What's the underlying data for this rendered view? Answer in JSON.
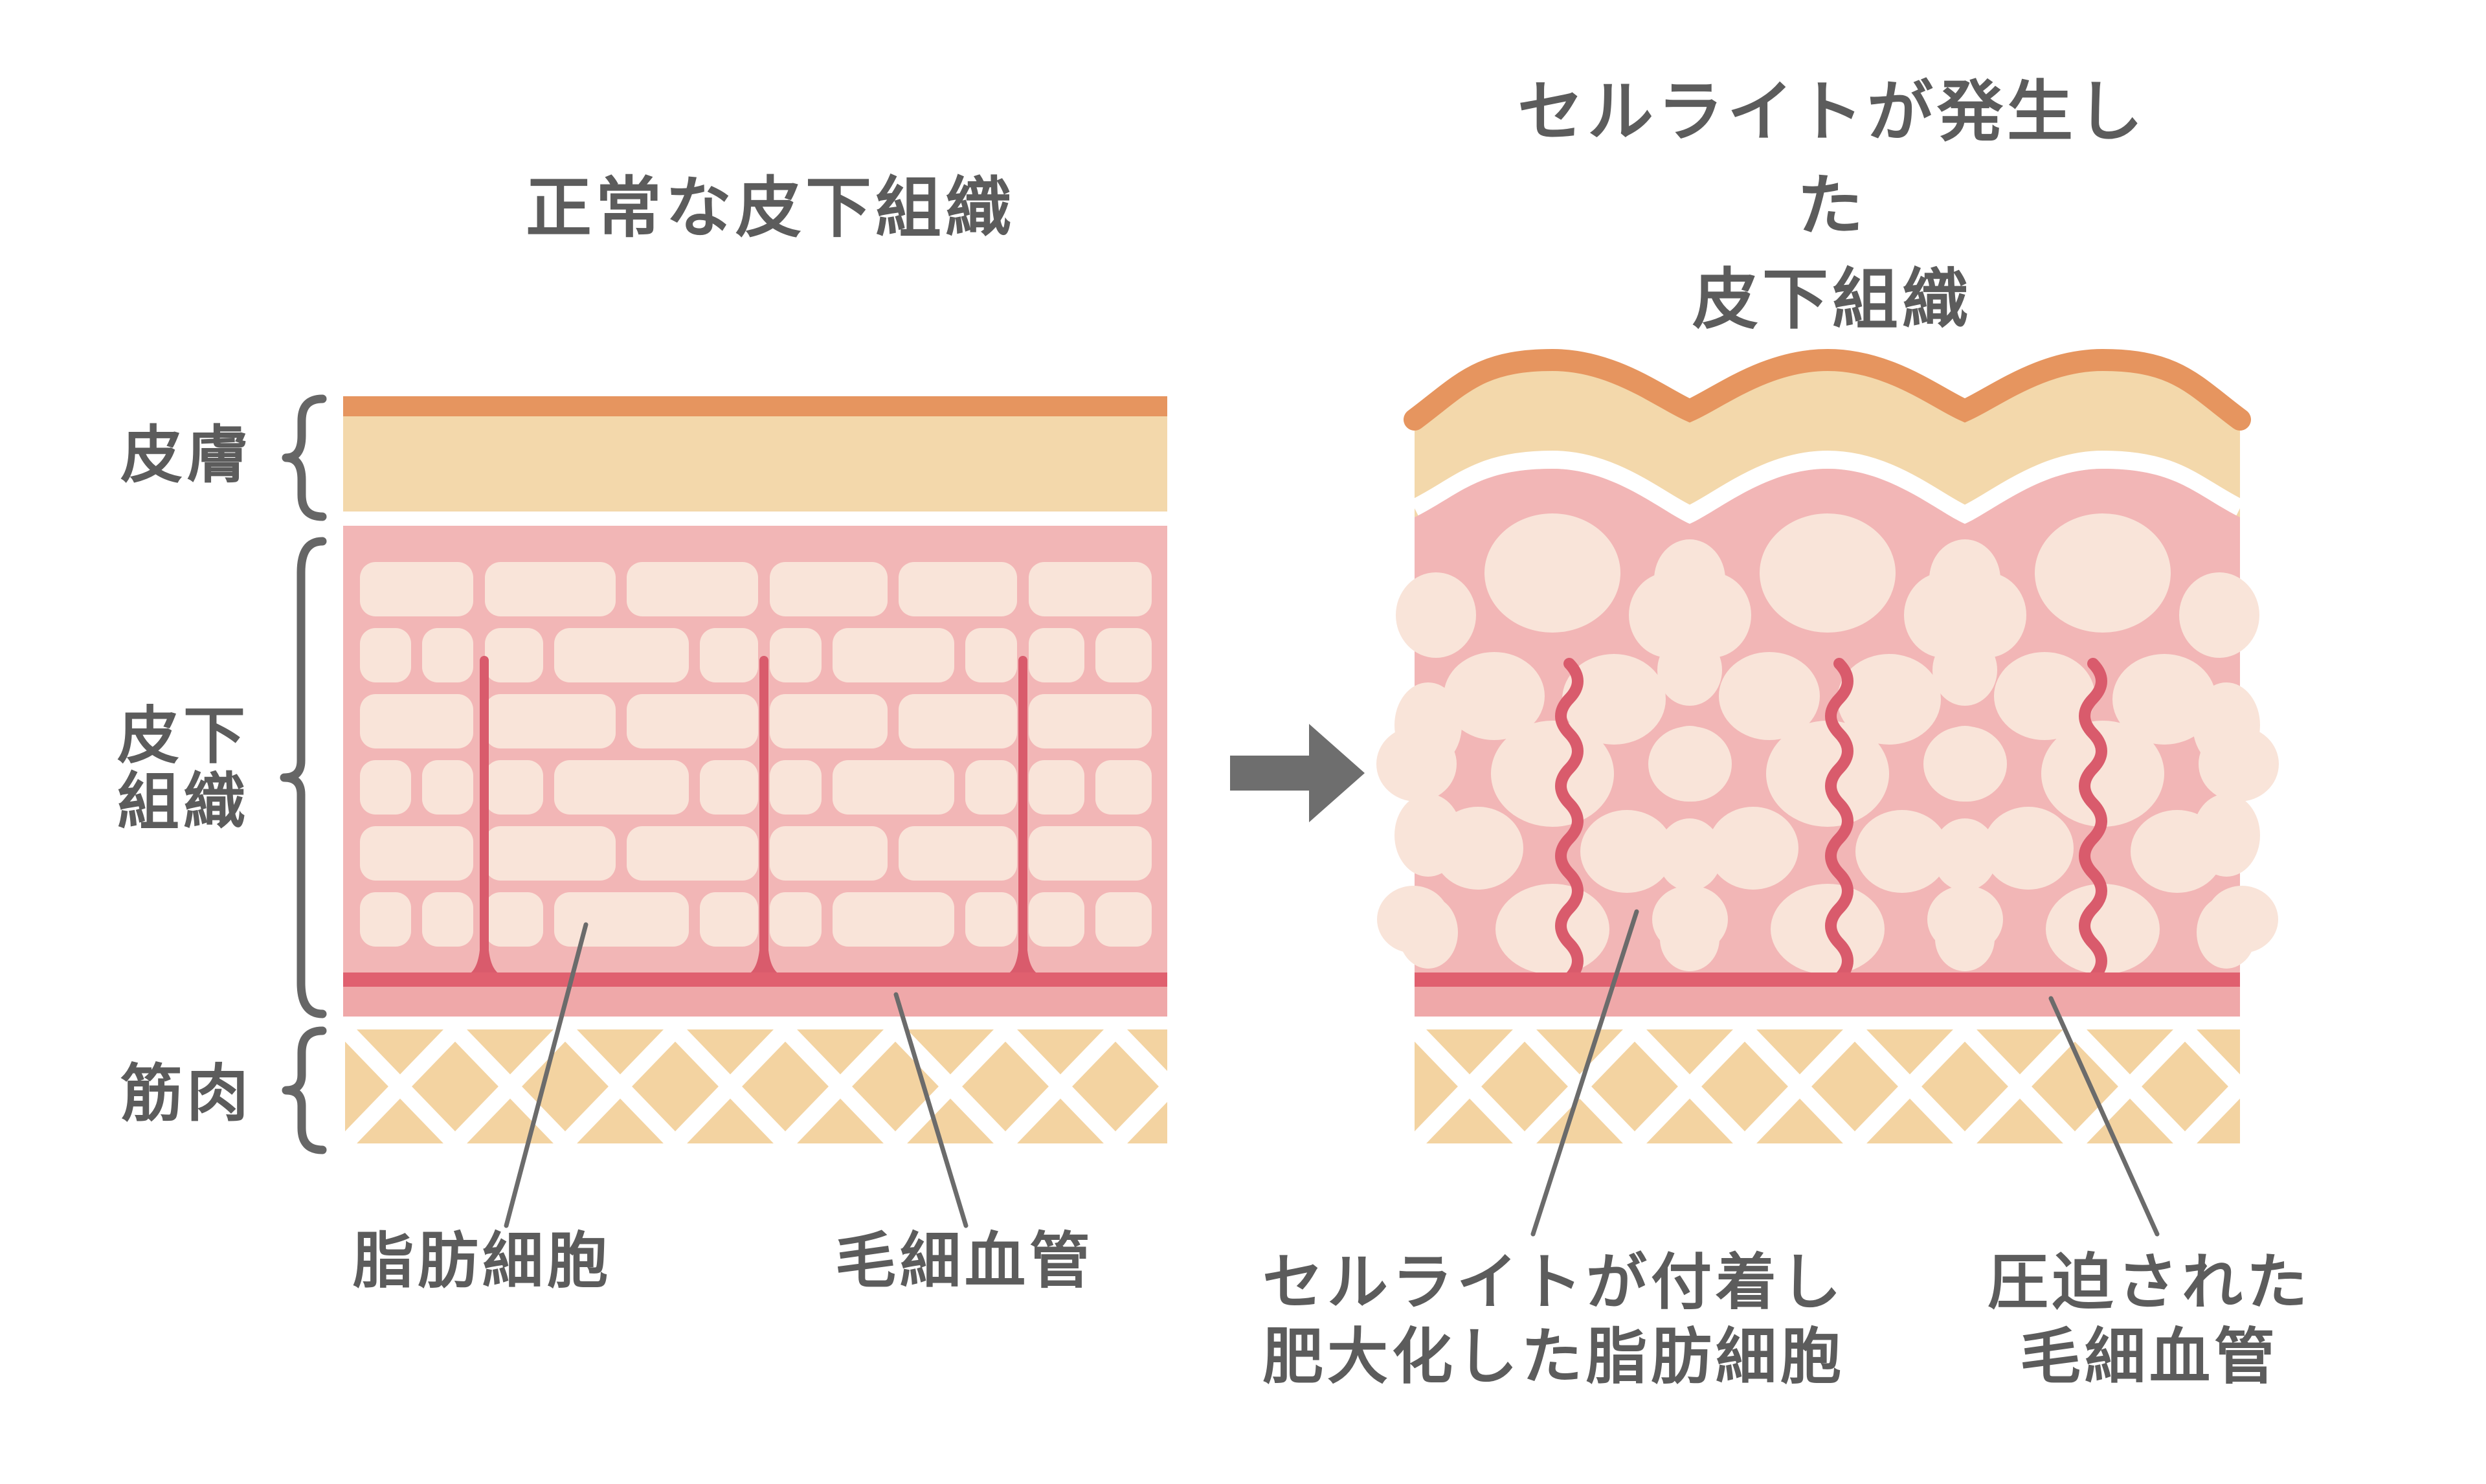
{
  "titles": {
    "left": "正常な皮下組織",
    "right": "セルライトが発生した\n皮下組織"
  },
  "layer_labels": {
    "skin": "皮膚",
    "subcutaneous": "皮下\n組織",
    "muscle": "筋肉"
  },
  "captions": {
    "left_fat_cell": "脂肪細胞",
    "left_capillary": "毛細血管",
    "right_fat_cell": "セルライトが付着し\n肥大化した脂肪細胞",
    "right_capillary": "圧迫された\n毛細血管"
  },
  "icons": {
    "transition_arrow": "right-arrow",
    "skin_brace": "curly-brace",
    "subcutaneous_brace": "curly-brace",
    "muscle_brace": "curly-brace"
  },
  "colors": {
    "background": "#ffffff",
    "epidermis": "#e6955f",
    "dermis": "#f3d8ab",
    "subcutis": "#f2b6b6",
    "subcutis_deep": "#efa8a9",
    "fat_cell": "#f9e4d9",
    "capillary": "#d95b6c",
    "capillary_bed": "#e0606f",
    "muscle": "#f3d3a1",
    "lattice": "#ffffff",
    "text": "#5c5c5c",
    "annotation_line": "#6b6b6b",
    "arrow": "#6e6e6e",
    "brace": "#666666"
  }
}
